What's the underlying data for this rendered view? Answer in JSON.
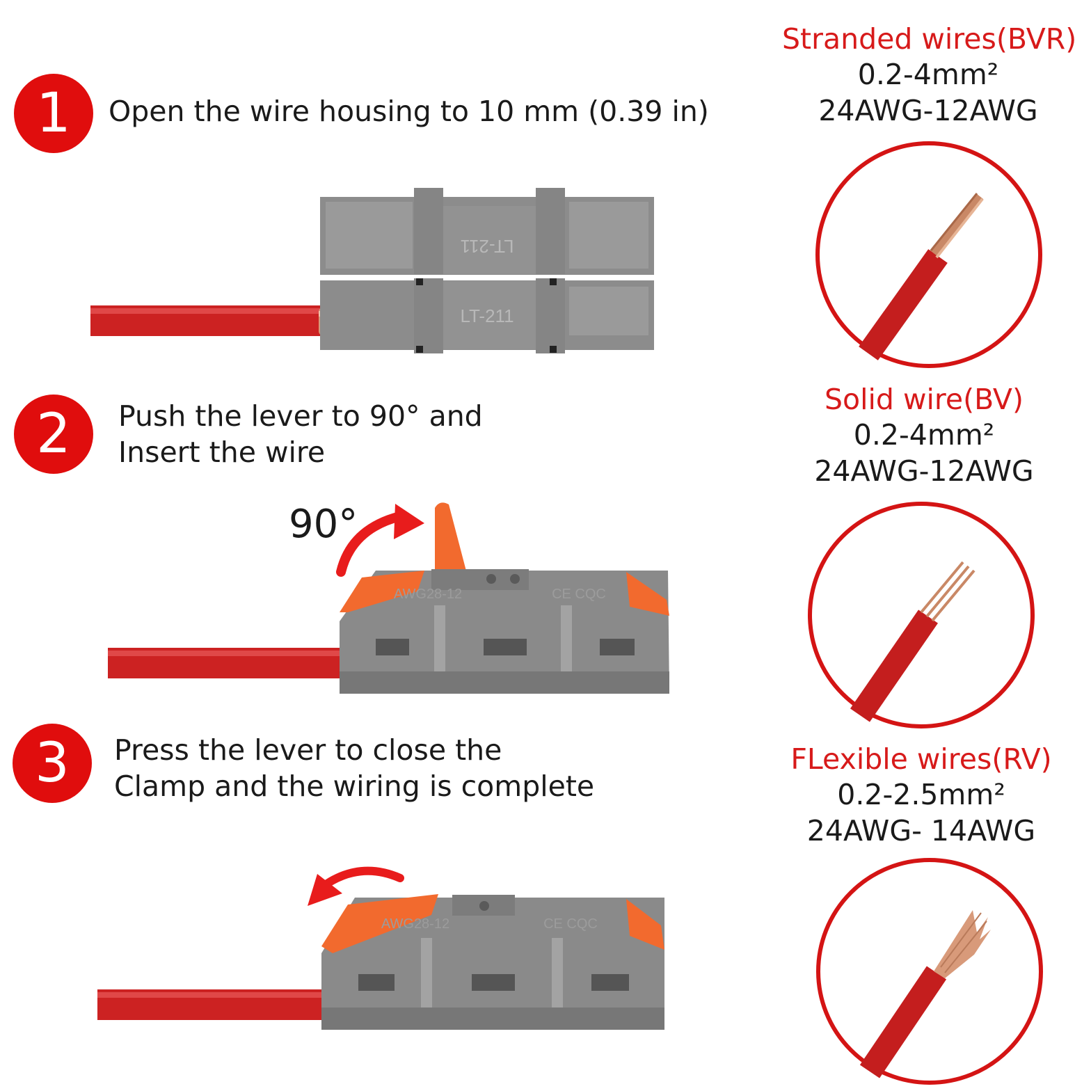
{
  "steps": [
    {
      "number": "1",
      "lines": [
        "Open the wire housing to 10 mm (0.39 in)"
      ]
    },
    {
      "number": "2",
      "lines": [
        "Push the lever to 90° and",
        "Insert the wire"
      ]
    },
    {
      "number": "3",
      "lines": [
        "Press the lever to close the",
        "Clamp and the wiring is complete"
      ]
    }
  ],
  "angle_label": "90°",
  "connector_labels": {
    "top_flipped": "LT-211",
    "bottom": "LT-211",
    "rating_step2": "AWG28-12",
    "cert_step2": "CE CQC",
    "rating_step3": "AWG28-12",
    "cert_step3": "CE CQC"
  },
  "wire_specs": [
    {
      "title": "Stranded wires(BVR)",
      "size": "0.2-4mm²",
      "awg": "24AWG-12AWG",
      "icon": "stranded-wire-icon"
    },
    {
      "title": "Solid wire(BV)",
      "size": "0.2-4mm²",
      "awg": "24AWG-12AWG",
      "icon": "solid-wire-icon"
    },
    {
      "title": "FLexible wires(RV)",
      "size": "0.2-2.5mm²",
      "awg": "24AWG- 14AWG",
      "icon": "flexible-wire-icon"
    }
  ],
  "colors": {
    "accent_red": "#e00d0d",
    "title_red": "#d71a1a",
    "wire_red": "#cc2222",
    "connector_gray": "#8a8a8a",
    "lever_orange": "#f26a2e",
    "copper": "#d89a7a"
  }
}
